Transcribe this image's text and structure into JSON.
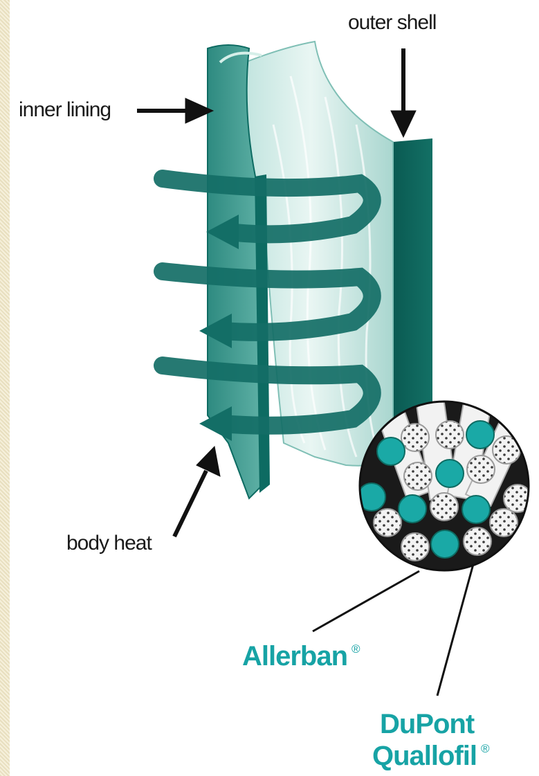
{
  "labels": {
    "outer_shell": "outer shell",
    "inner_lining": "inner lining",
    "body_heat": "body heat"
  },
  "brands": {
    "allerban": "Allerban",
    "allerban_mark": "®",
    "dupont_line1": "DuPont",
    "dupont_line2": "Quallofil",
    "dupont_mark": "®"
  },
  "colors": {
    "teal_dark": "#0d6b62",
    "teal_mid": "#2c8c82",
    "teal_light": "#9fd3cb",
    "brand_teal": "#17a3a5",
    "label_text": "#1a1a1a"
  },
  "icons": {
    "heat_arrows": "teal-curved-arrow",
    "pointer_arrows": "black-arrow"
  }
}
